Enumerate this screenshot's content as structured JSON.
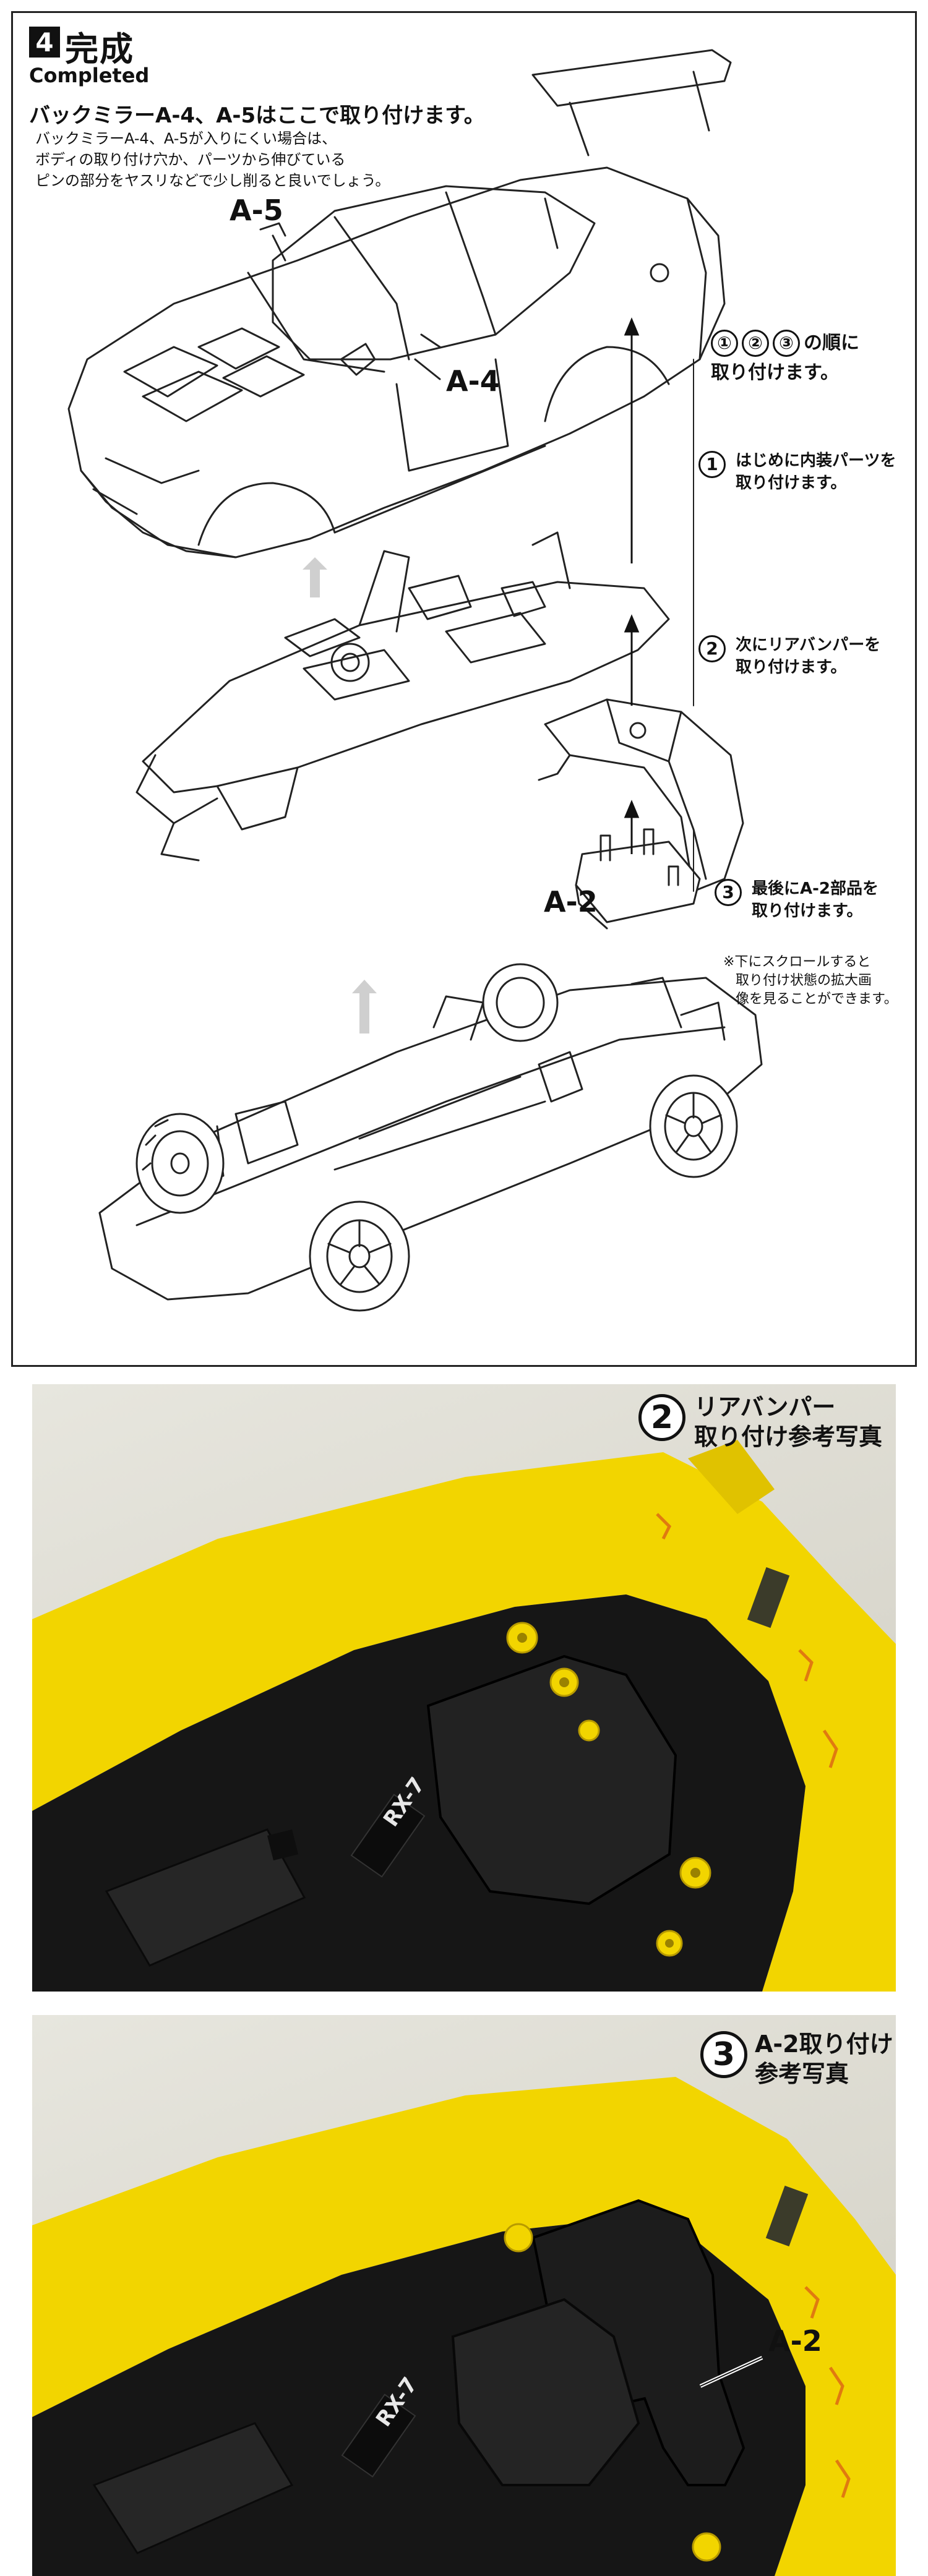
{
  "step": {
    "number": "4",
    "title": "完成",
    "subtitle": "Completed"
  },
  "headline": "バックミラーA-4、A-5はここで取り付けます。",
  "notes": [
    "バックミラーA-4、A-5が入りにくい場合は、",
    "ボディの取り付け穴か、パーツから伸びている",
    "ピンの部分をヤスリなどで少し削ると良いでしょう。"
  ],
  "labels": {
    "a5": "A-5",
    "a4": "A-4",
    "a2": "A-2"
  },
  "order": {
    "n1": "①",
    "n2": "②",
    "n3": "③",
    "text1": "の順に",
    "text2": "取り付けます。"
  },
  "instructions": [
    {
      "num": "1",
      "line1": "はじめに内装パーツを",
      "line2": "取り付けます。"
    },
    {
      "num": "2",
      "line1": "次にリアバンパーを",
      "line2": "取り付けます。"
    },
    {
      "num": "3",
      "line1": "最後にA-2部品を",
      "line2": "取り付けます。"
    }
  ],
  "scroll_note": [
    "※下にスクロールすると",
    "取り付け状態の拡大画",
    "像を見ることができます。"
  ],
  "photo1": {
    "num": "2",
    "line1": "リアバンパー",
    "line2": "取り付け参考写真",
    "logo": "RX-7"
  },
  "photo2": {
    "num": "3",
    "line1": "A-2取り付け",
    "line2": "参考写真",
    "part_label": "A-2",
    "logo": "RX-7"
  },
  "colors": {
    "body_yellow": "#f2d500",
    "chassis_black": "#161616",
    "arrow_gray": "#c8c8c8"
  }
}
